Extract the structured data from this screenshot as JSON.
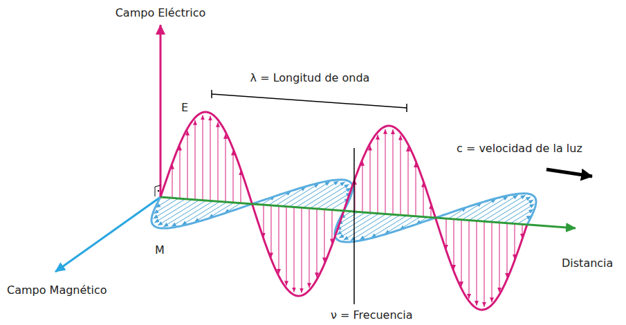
{
  "diagram": {
    "labels": [
      "Campo Eléctrico",
      "λ = Longitud de onda",
      "E",
      "c = velocidad de la luz",
      "M",
      "Campo Magnético",
      "Distancia",
      "ν = Frecuencia"
    ]
  }
}
